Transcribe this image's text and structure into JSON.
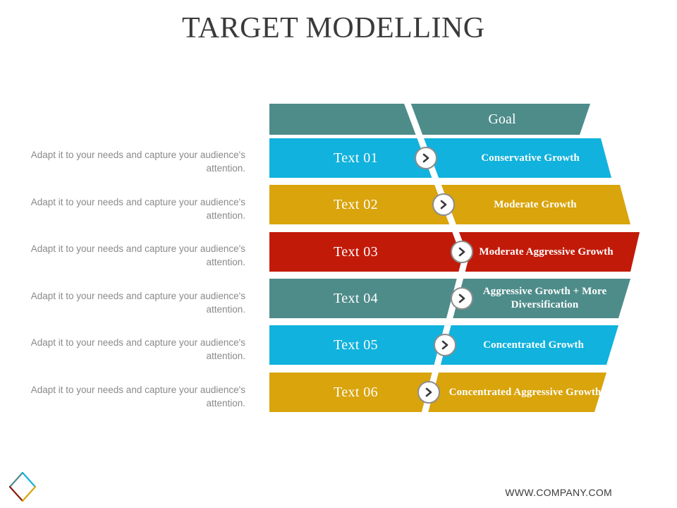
{
  "slide": {
    "title": "TARGET MODELLING",
    "background_color": "#ffffff"
  },
  "palette": {
    "teal": "#4E8C8A",
    "cyan": "#11B2DD",
    "gold": "#D9A40C",
    "red": "#C21A09",
    "stripe": "#ffffff",
    "marker_border": "#8d8d8d",
    "marker_chevron": "#3a3a3c",
    "caption_text": "#8a8a8a",
    "title_text": "#3a3a3c"
  },
  "header_row": {
    "label": "Goal",
    "color": "#4E8C8A"
  },
  "rows": [
    {
      "step_label": "Text 01",
      "description": "Conservative Growth",
      "caption": "Adapt it to your needs and capture your audience's attention.",
      "color": "#11B2DD",
      "marker_icon": "chevron-right-icon"
    },
    {
      "step_label": "Text 02",
      "description": "Moderate Growth",
      "caption": "Adapt it to your needs and capture your audience's attention.",
      "color": "#D9A40C",
      "marker_icon": "chevron-right-icon"
    },
    {
      "step_label": "Text 03",
      "description": "Moderate Aggressive Growth",
      "caption": "Adapt it to your needs and capture your audience's attention.",
      "color": "#C21A09",
      "marker_icon": "chevron-right-icon"
    },
    {
      "step_label": "Text 04",
      "description": "Aggressive Growth + More Diversification",
      "caption": "Adapt it to your needs and capture your audience's attention.",
      "color": "#4E8C8A",
      "marker_icon": "chevron-right-icon"
    },
    {
      "step_label": "Text 05",
      "description": "Concentrated Growth",
      "caption": "Adapt it to your needs and capture your audience's attention.",
      "color": "#11B2DD",
      "marker_icon": "chevron-right-icon"
    },
    {
      "step_label": "Text 06",
      "description": "Concentrated Aggressive Growth",
      "caption": "Adapt it to your needs and capture your audience's attention.",
      "color": "#D9A40C",
      "marker_icon": "chevron-right-icon"
    }
  ],
  "footer": {
    "url": "WWW.COMPANY.COM",
    "logo_icon": "diamond-outline-logo",
    "logo_edge_colors": [
      "#4E8C8A",
      "#11B2DD",
      "#8A1A09",
      "#D9A40C"
    ]
  }
}
